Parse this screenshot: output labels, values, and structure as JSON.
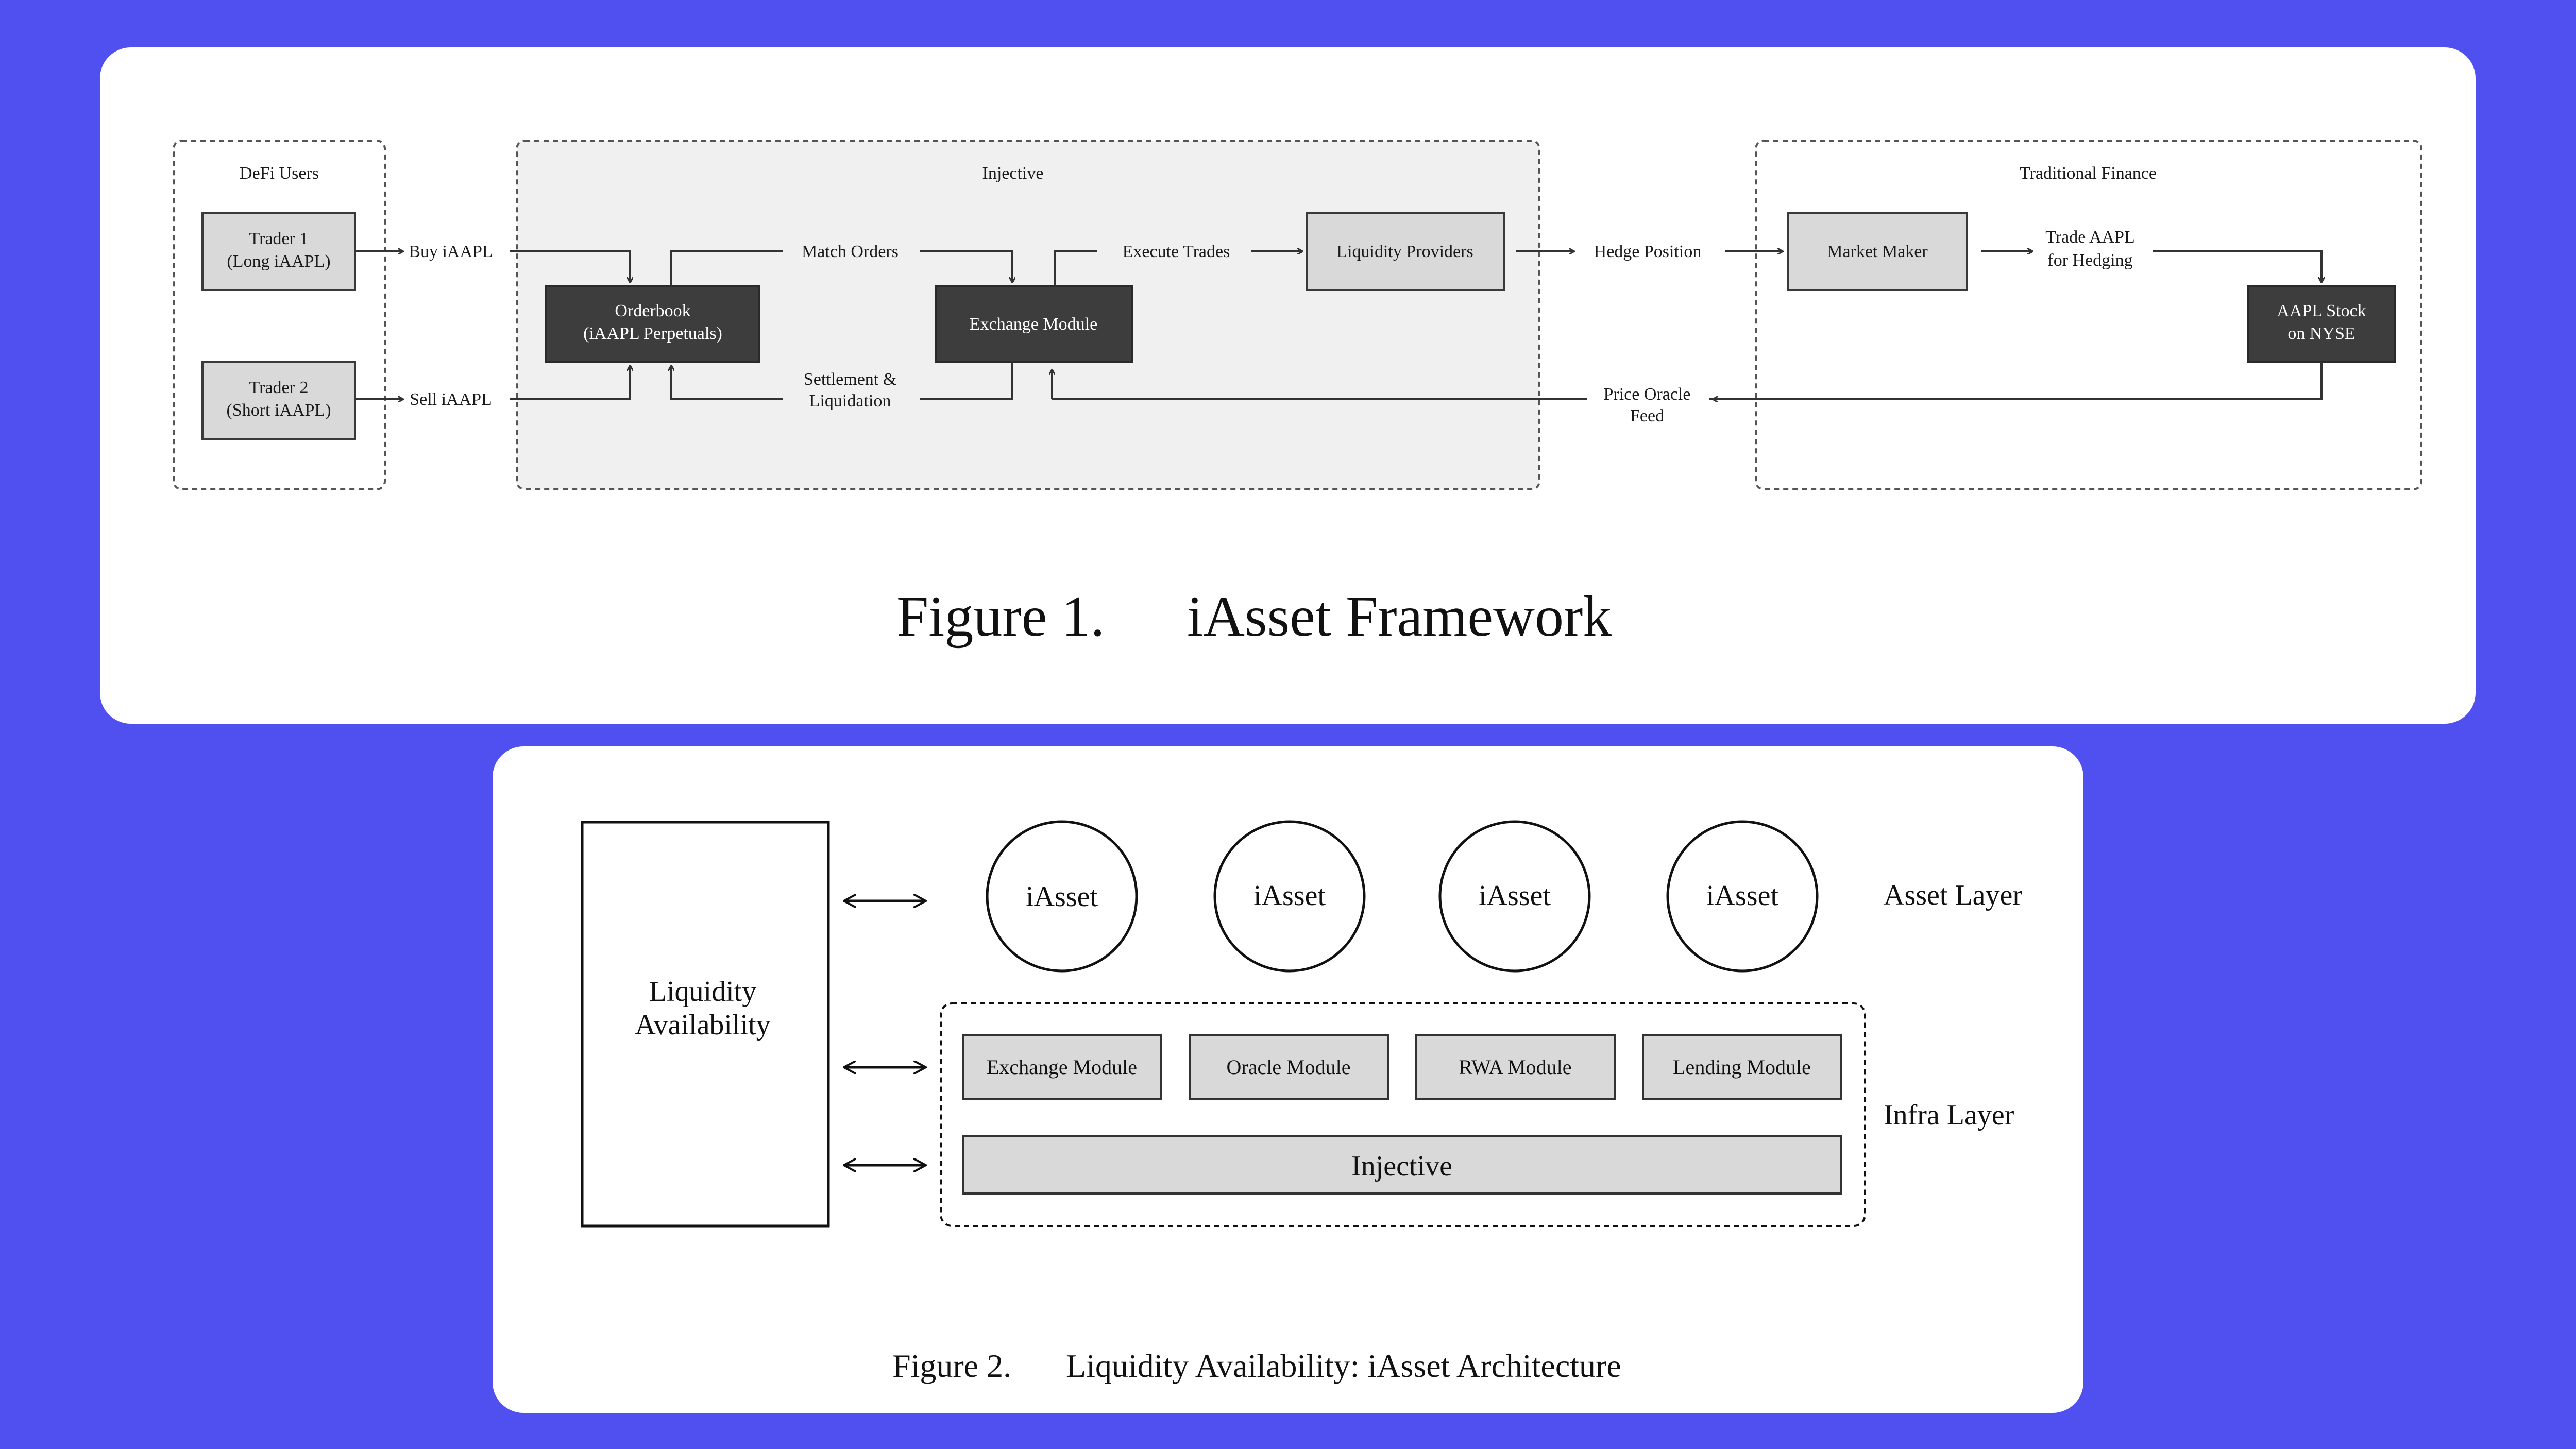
{
  "figure1": {
    "groups": {
      "defi_users": "DeFi Users",
      "injective": "Injective",
      "traditional_finance": "Traditional Finance"
    },
    "nodes": {
      "trader1": [
        "Trader 1",
        "(Long iAAPL)"
      ],
      "trader2": [
        "Trader 2",
        "(Short iAAPL)"
      ],
      "orderbook": [
        "Orderbook",
        "(iAAPL Perpetuals)"
      ],
      "exchange_module": "Exchange Module",
      "liquidity_providers": "Liquidity Providers",
      "market_maker": "Market Maker",
      "aapl_stock": [
        "AAPL Stock",
        "on NYSE"
      ]
    },
    "edges": {
      "buy": "Buy iAAPL",
      "sell": "Sell iAAPL",
      "match_orders": "Match Orders",
      "settlement": [
        "Settlement &",
        "Liquidation"
      ],
      "execute_trades": "Execute Trades",
      "hedge_position": "Hedge Position",
      "trade_aapl": [
        "Trade AAPL",
        "for Hedging"
      ],
      "price_oracle": [
        "Price Oracle",
        "Feed"
      ]
    },
    "caption": {
      "number": "Figure 1.",
      "title": "iAsset Framework"
    }
  },
  "figure2": {
    "liquidity": [
      "Liquidity",
      "Availability"
    ],
    "assets": [
      "iAsset",
      "iAsset",
      "iAsset",
      "iAsset"
    ],
    "modules": [
      "Exchange Module",
      "Oracle Module",
      "RWA Module",
      "Lending Module"
    ],
    "base": "Injective",
    "layers": {
      "asset": "Asset Layer",
      "infra": "Infra Layer"
    },
    "caption": {
      "number": "Figure 2.",
      "title": "Liquidity Availability: iAsset Architecture"
    }
  },
  "colors": {
    "background": "#5050f0",
    "card": "#ffffff",
    "dark_box": "#3d3d3d",
    "light_box": "#d9d9d9"
  }
}
